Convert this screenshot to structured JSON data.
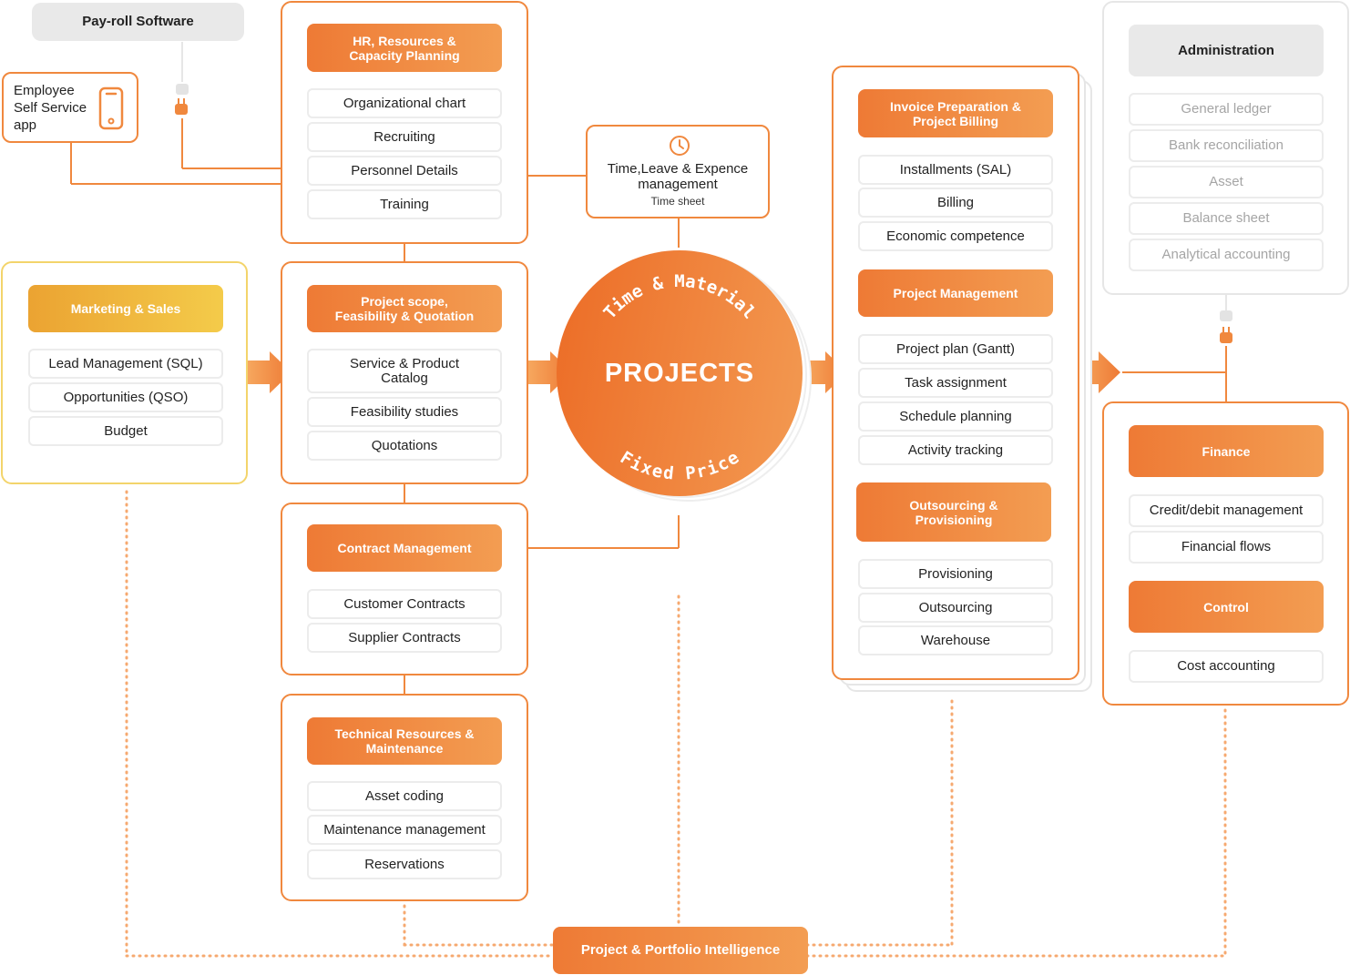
{
  "payroll": {
    "label": "Pay-roll Software"
  },
  "ess": {
    "label": "Employee\nSelf Service\napp"
  },
  "hr": {
    "header": "HR, Resources &\nCapacity Planning",
    "items": [
      "Organizational chart",
      "Recruiting",
      "Personnel Details",
      "Training"
    ]
  },
  "time": {
    "title": "Time,Leave & Expence\nmanagement",
    "subtitle": "Time sheet"
  },
  "marketing": {
    "header": "Marketing & Sales",
    "items": [
      "Lead Management (SQL)",
      "Opportunities (QSO)",
      "Budget"
    ]
  },
  "scope": {
    "header": "Project scope,\nFeasibility & Quotation",
    "items": [
      "Service & Product\nCatalog",
      "Feasibility studies",
      "Quotations"
    ]
  },
  "projects": {
    "title": "PROJECTS",
    "top_arc": "Time & Material",
    "bottom_arc": "Fixed Price"
  },
  "contract": {
    "header": "Contract Management",
    "items": [
      "Customer Contracts",
      "Supplier Contracts"
    ]
  },
  "technical": {
    "header": "Technical Resources &\nMaintenance",
    "items": [
      "Asset coding",
      "Maintenance management",
      "Reservations"
    ]
  },
  "invoice": {
    "header": "Invoice Preparation &\nProject Billing",
    "items": [
      "Installments (SAL)",
      "Billing",
      "Economic competence"
    ]
  },
  "pm": {
    "header": "Project Management",
    "items": [
      "Project plan (Gantt)",
      "Task assignment",
      "Schedule planning",
      "Activity tracking"
    ]
  },
  "outsourcing": {
    "header": "Outsourcing &\nProvisioning",
    "items": [
      "Provisioning",
      "Outsourcing",
      "Warehouse"
    ]
  },
  "admin": {
    "header": "Administration",
    "items": [
      "General ledger",
      "Bank reconciliation",
      "Asset",
      "Balance sheet",
      "Analytical accounting"
    ]
  },
  "finance": {
    "header": "Finance",
    "items": [
      "Credit/debit management",
      "Financial flows"
    ]
  },
  "control": {
    "header": "Control",
    "items": [
      "Cost accounting"
    ]
  },
  "intelligence": {
    "label": "Project & Portfolio Intelligence"
  },
  "colors": {
    "orange": "#ee7a35",
    "orange_light": "#f39d52",
    "yellow": "#f4cb4a",
    "gray": "#e9e9e9"
  },
  "icons": [
    "phone-icon",
    "clock-icon",
    "plug-icon",
    "arrow-right-icon"
  ]
}
